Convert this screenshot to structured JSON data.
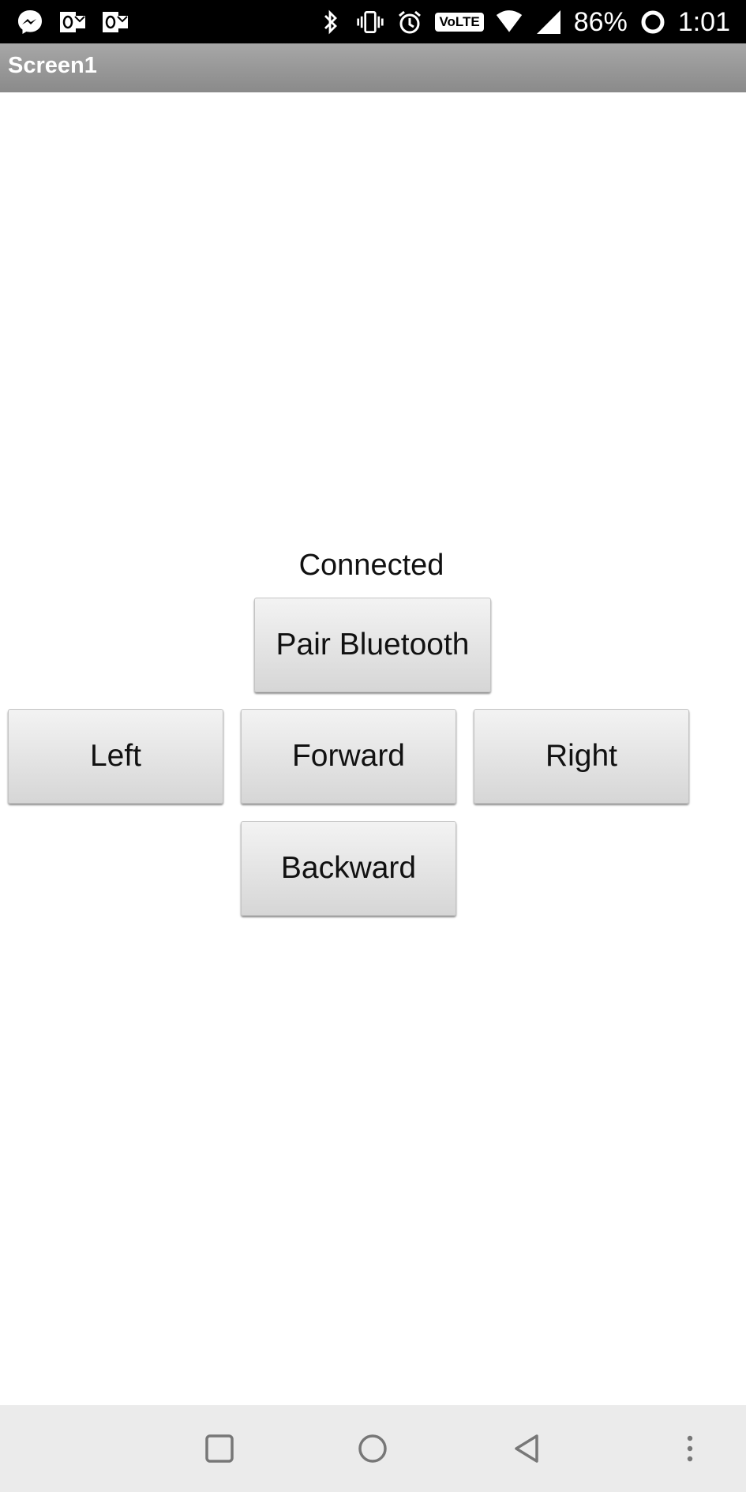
{
  "status_bar": {
    "battery_percent": "86%",
    "time": "1:01",
    "network_badge": "VoLTE",
    "left_icons": [
      "messenger-icon",
      "outlook-icon",
      "outlook-icon"
    ],
    "right_icons": [
      "bluetooth-icon",
      "vibrate-icon",
      "alarm-icon",
      "volte-icon",
      "wifi-icon",
      "signal-icon",
      "battery-icon"
    ]
  },
  "app_bar": {
    "title": "Screen1"
  },
  "main": {
    "connection_status": "Connected",
    "pair_button_label": "Pair Bluetooth",
    "left_button_label": "Left",
    "forward_button_label": "Forward",
    "right_button_label": "Right",
    "backward_button_label": "Backward"
  },
  "nav_bar": {
    "icons": [
      "recents-icon",
      "home-icon",
      "back-icon",
      "menu-icon"
    ]
  },
  "colors": {
    "status_bar_bg": "#000000",
    "app_bar_bg": "#999999",
    "nav_bar_bg": "#ebebeb",
    "button_bg": "#e3e3e3"
  }
}
